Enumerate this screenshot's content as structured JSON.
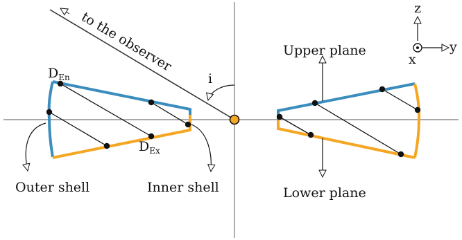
{
  "labels": {
    "observer": "to the observer",
    "inclination": "i",
    "d_en_main": "D",
    "d_en_sub": "En",
    "d_ex_main": "D",
    "d_ex_sub": "Ex",
    "outer_shell": "Outer shell",
    "inner_shell": "Inner shell",
    "upper_plane": "Upper plane",
    "lower_plane": "Lower plane",
    "axis_z": "z",
    "axis_y": "y",
    "axis_x": "x"
  },
  "colors": {
    "upper": "#3b8dbd",
    "lower": "#f5a623",
    "axis": "#777777",
    "line": "#111111",
    "center_fill": "#f5a623"
  }
}
